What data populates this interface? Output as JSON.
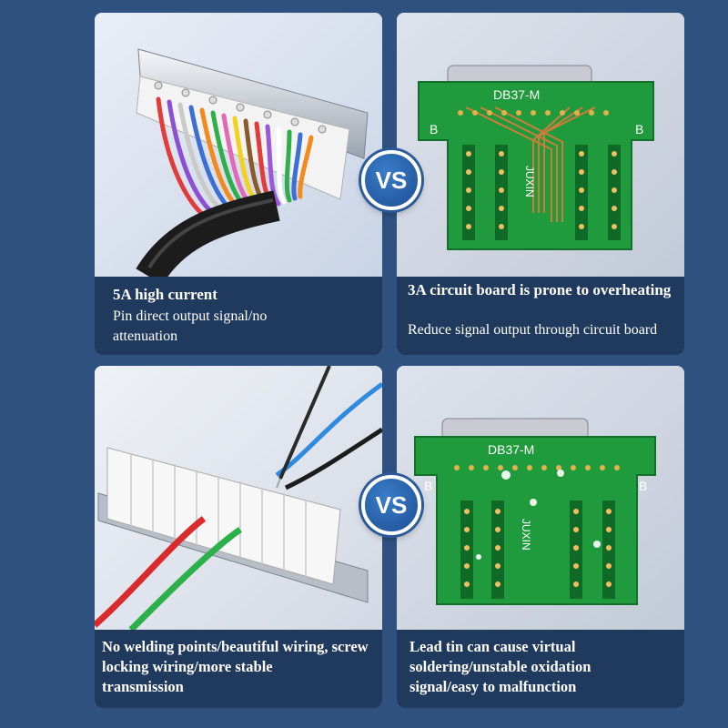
{
  "panels": [
    {
      "title": "5A high current",
      "body": "Pin direct output signal/no\n attenuation"
    },
    {
      "title": "3A circuit board is prone to overheating",
      "body": "Reduce signal output through circuit board",
      "board_label": "DB37-M",
      "board_mark_left": "B",
      "board_mark_right": "B",
      "brand": "JUXIN"
    },
    {
      "title": "No welding points/beautiful wiring, screw locking wiring/more stable\n transmission"
    },
    {
      "title": "Lead tin can cause virtual soldering/unstable oxidation\n signal/easy to malfunction",
      "board_label": "DB37-M",
      "board_mark_left": "B",
      "board_mark_right": "B",
      "brand": "JUXIN"
    }
  ],
  "vs_label": "VS",
  "colors": {
    "background": "#2f5180",
    "caption_bg": "#203a5e",
    "pcb_green": "#1f9a3c",
    "vs_blue": "#2a63ad"
  }
}
